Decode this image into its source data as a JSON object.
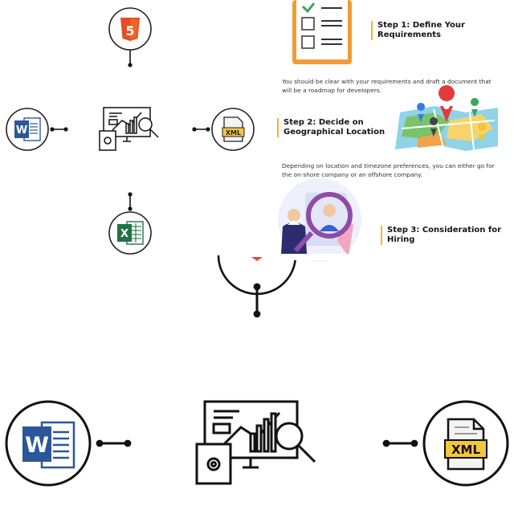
{
  "steps": [
    {
      "title_line1": "Step 1: Define Your",
      "title_line2": "Requirements",
      "desc_line1": "You should be clear with your requirements and draft a document that",
      "desc_line2": "will be a roadmap for developers."
    },
    {
      "title_line1": "Step 2: Decide on",
      "title_line2": "Geographical Location",
      "desc_line1": "Depending on location and timezone preferences, you can either go for",
      "desc_line2": "the on-shore company or an offshore company."
    },
    {
      "title_line1": "Step 3: Consideration for",
      "title_line2": "Hiring"
    }
  ],
  "icons": {
    "html5_label": "5",
    "word_label": "W",
    "excel_label": "X",
    "xml_label": "XML"
  },
  "colors": {
    "html5": "#e44d26",
    "word": "#2b579a",
    "excel": "#217346",
    "xml_badge": "#f4c63d",
    "accent": "#f4b528",
    "clipboard": "#f39c32"
  }
}
